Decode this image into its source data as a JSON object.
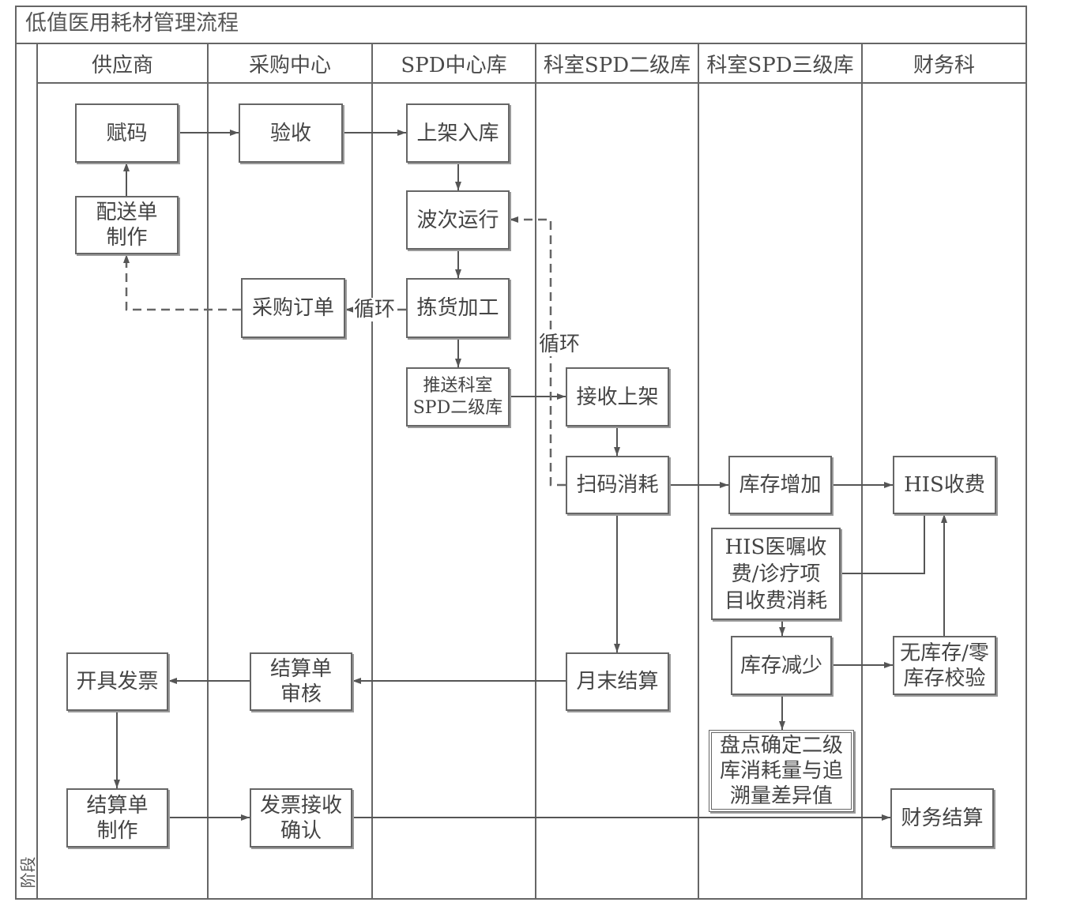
{
  "title": "低值医用耗材管理流程",
  "stage_label": "阶段",
  "lanes": {
    "supplier": "供应商",
    "purchasing_center": "采购中心",
    "spd_central": "SPD中心库",
    "dept_spd_level2": "科室SPD二级库",
    "dept_spd_level3": "科室SPD三级库",
    "finance": "财务科"
  },
  "nodes": {
    "coding": [
      "赋码"
    ],
    "acceptance": [
      "验收"
    ],
    "shelving_in": [
      "上架入库"
    ],
    "delivery_note": [
      "配送单",
      "制作"
    ],
    "wave_run": [
      "波次运行"
    ],
    "purchase_order": [
      "采购订单"
    ],
    "picking": [
      "拣货加工"
    ],
    "push_level2": [
      "推送科室",
      "SPD二级库"
    ],
    "receive_shelve": [
      "接收上架"
    ],
    "scan_consume": [
      "扫码消耗"
    ],
    "stock_increase": [
      "库存增加"
    ],
    "his_fee": [
      "HIS收费"
    ],
    "his_order_fee": [
      "HIS医嘱收",
      "费/诊疗项",
      "目收费消耗"
    ],
    "stock_decrease": [
      "库存减少"
    ],
    "zero_stock_check": [
      "无库存/零",
      "库存校验"
    ],
    "inventory_diff": [
      "盘点确定二级",
      "库消耗量与追",
      "溯量差异值"
    ],
    "month_end": [
      "月末结算"
    ],
    "settlement_review": [
      "结算单",
      "审核"
    ],
    "invoice_issue": [
      "开具发票"
    ],
    "settlement_make": [
      "结算单",
      "制作"
    ],
    "invoice_confirm": [
      "发票接收",
      "确认"
    ],
    "finance_settle": [
      "财务结算"
    ]
  },
  "edge_labels": {
    "loop_picking_to_order": "循环",
    "loop_scan_to_wave": "循环"
  },
  "colors": {
    "line": "#666666",
    "text": "#444444",
    "background": "#ffffff"
  }
}
